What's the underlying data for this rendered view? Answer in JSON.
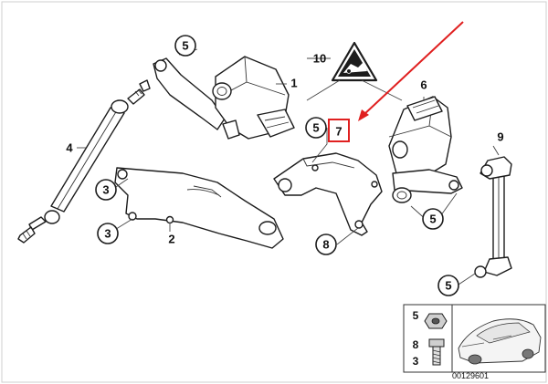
{
  "labels": {
    "p1": "1",
    "p2": "2",
    "p3a": "3",
    "p3b": "3",
    "p4": "4",
    "p5a": "5",
    "p5b": "5",
    "p5c": "5",
    "p5d": "5",
    "p6": "6",
    "p7": "7",
    "p8": "8",
    "p9": "9",
    "p10": "10"
  },
  "inset": {
    "label_5": "5",
    "label_8": "8",
    "label_3": "3"
  },
  "diagram_code": "00129601",
  "colors": {
    "highlight": "#e02020",
    "ink": "#1c1c1c"
  }
}
